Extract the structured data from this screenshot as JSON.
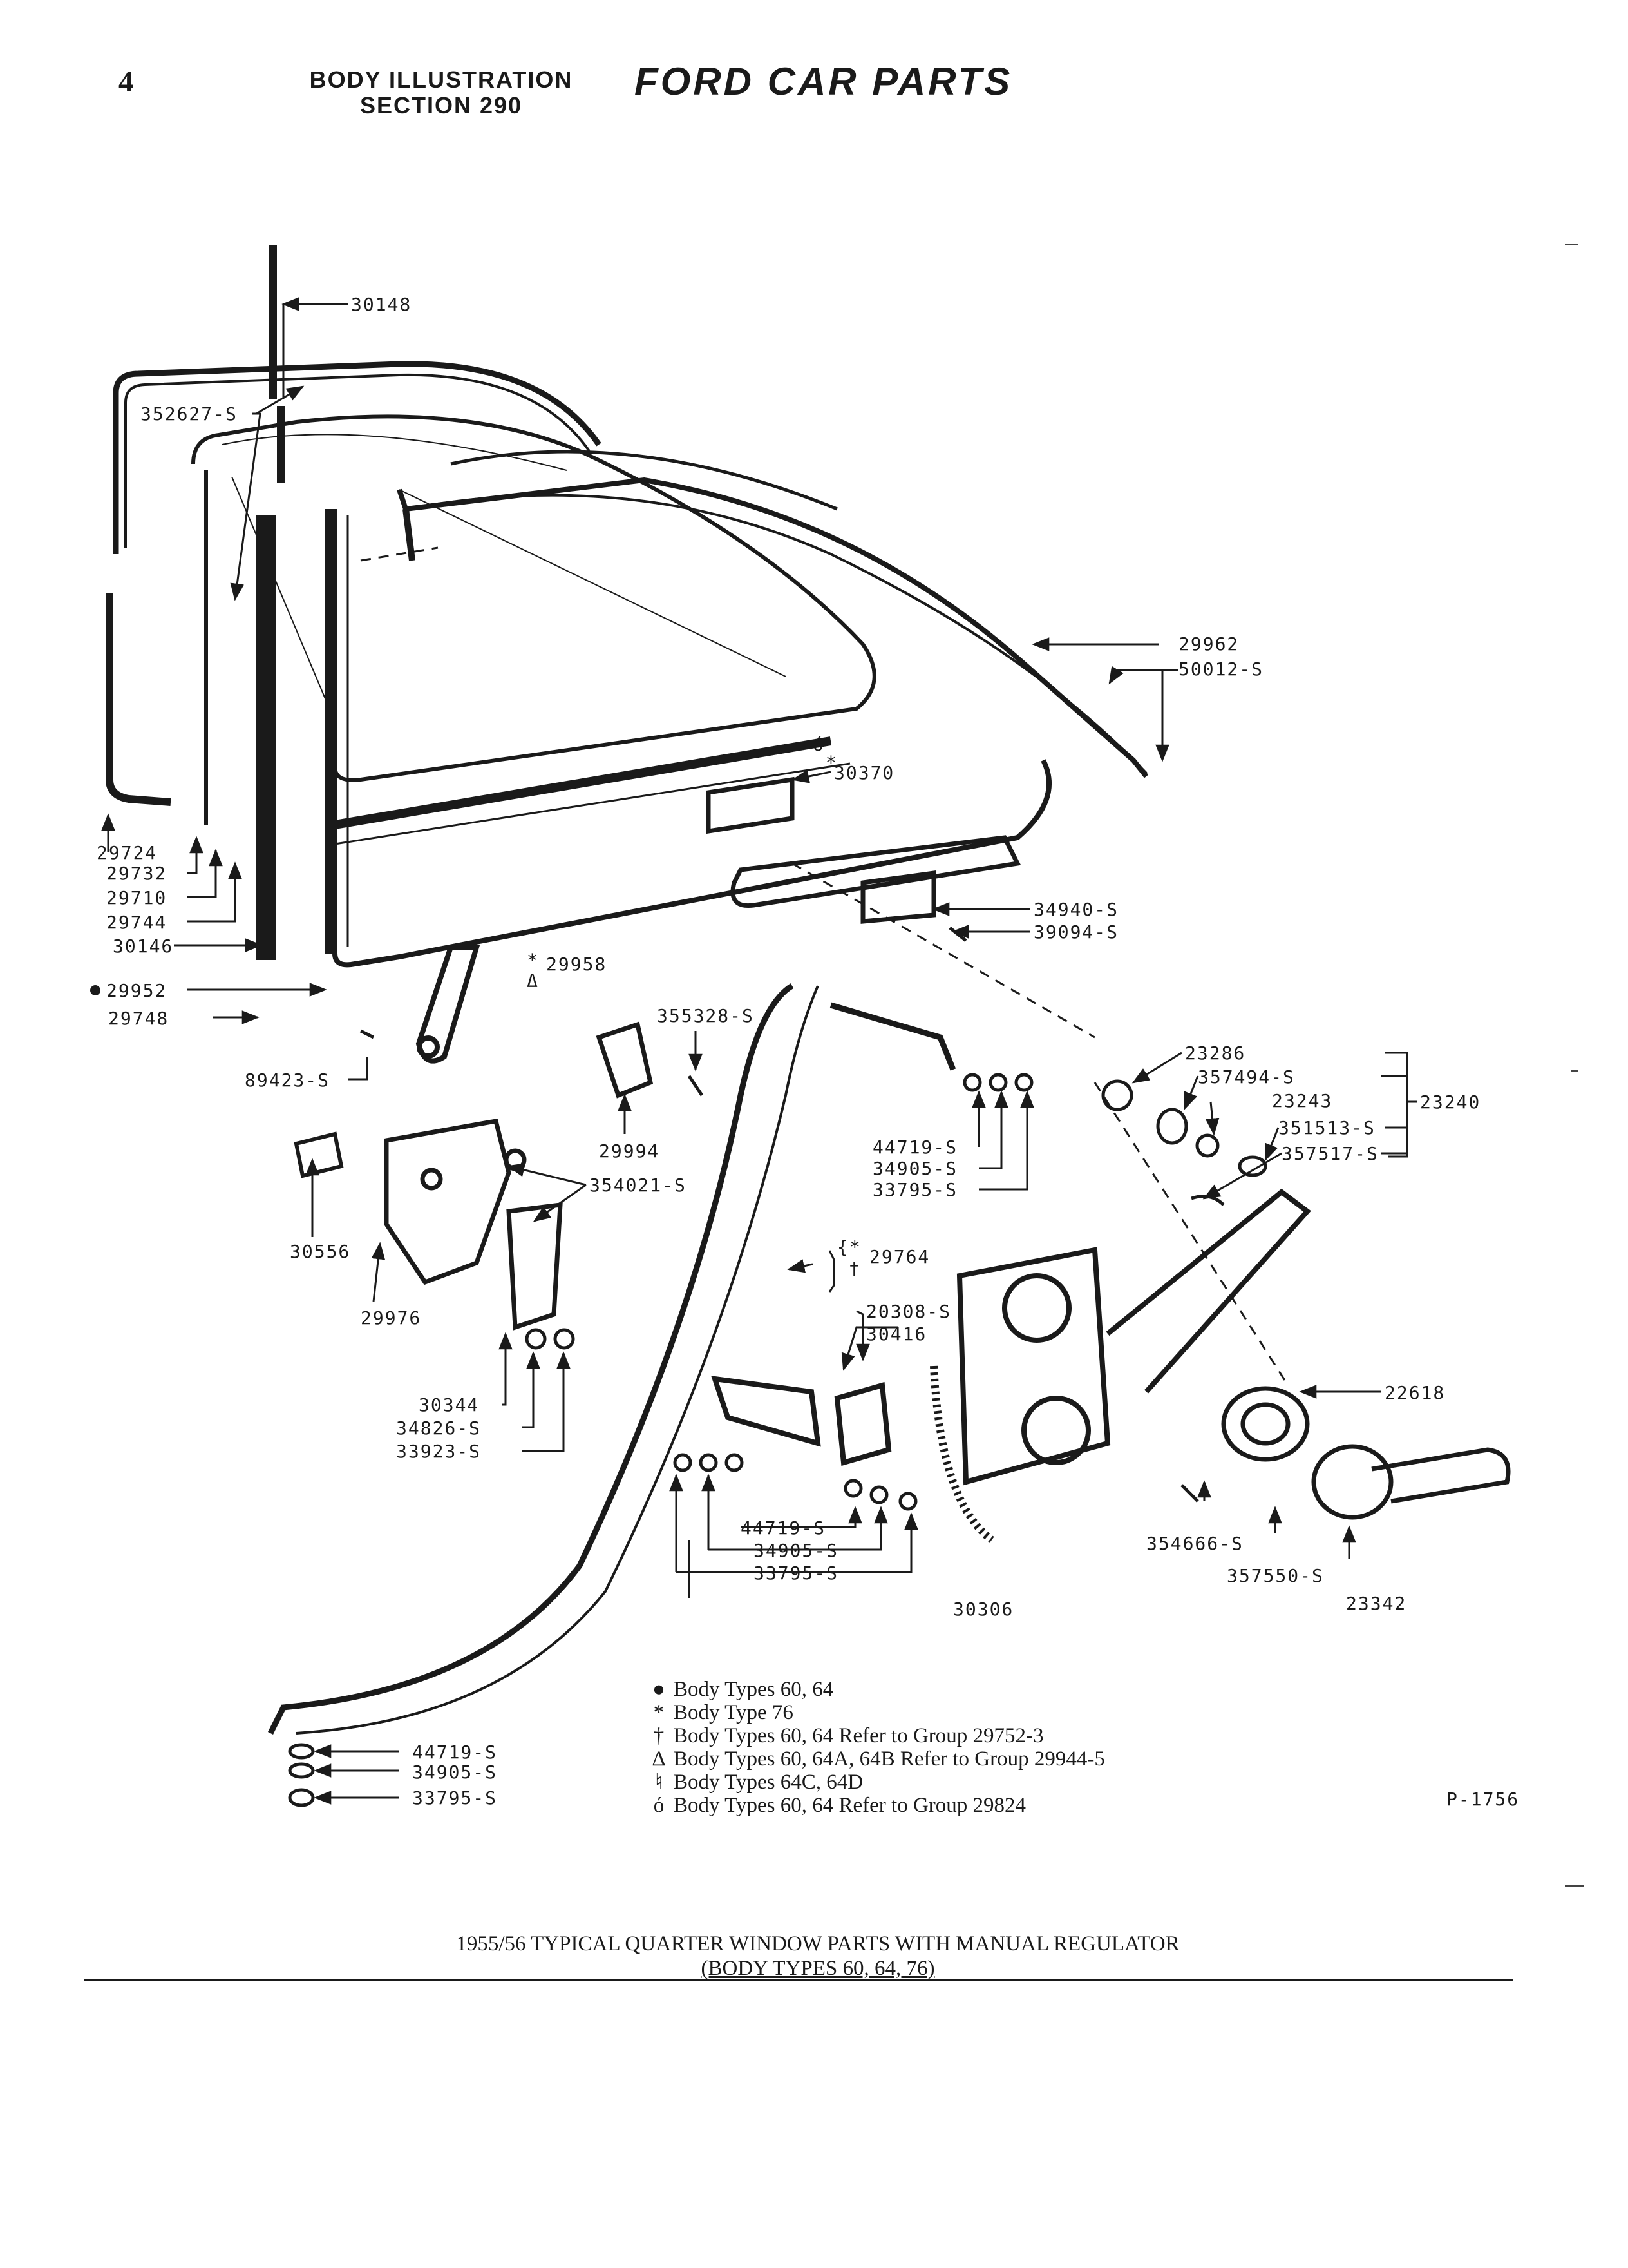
{
  "header": {
    "page_number": "4",
    "section_line1": "BODY ILLUSTRATION",
    "section_line2": "SECTION 290",
    "brand": "FORD CAR PARTS"
  },
  "callouts": {
    "c30148": "30148",
    "c352627": "352627-S",
    "c29962": "29962",
    "c50012": "50012-S",
    "c30370": "30370",
    "c29724": "29724",
    "c29732": "29732",
    "c29710": "29710",
    "c29744": "29744",
    "c30146": "30146",
    "c29952": "29952",
    "c29748": "29748",
    "c89423": "89423-S",
    "c29958": "29958",
    "c34940": "34940-S",
    "c39094": "39094-S",
    "c355328": "355328-S",
    "c29994": "29994",
    "c354021": "354021-S",
    "c30556": "30556",
    "c29976": "29976",
    "c30344": "30344",
    "c34826": "34826-S",
    "c33923": "33923-S",
    "c44719a": "44719-S",
    "c34905a": "34905-S",
    "c33795a": "33795-S",
    "c29764": "29764",
    "c20308": "20308-S",
    "c30416": "30416",
    "c44719b": "44719-S",
    "c34905b": "34905-S",
    "c33795b": "33795-S",
    "c30306": "30306",
    "c23286": "23286",
    "c357494": "357494-S",
    "c23243": "23243",
    "c23240": "23240",
    "c351513": "351513-S",
    "c357517": "357517-S",
    "c22618": "22618",
    "c354666": "354666-S",
    "c357550": "357550-S",
    "c23342": "23342",
    "c44719c": "44719-S",
    "c34905c": "34905-S",
    "c33795c": "33795-S"
  },
  "legend": [
    {
      "symbol": "●",
      "text": "Body Types 60, 64"
    },
    {
      "symbol": "*",
      "text": "Body Type 76"
    },
    {
      "symbol": "†",
      "text": "Body Types 60, 64 Refer to Group 29752-3"
    },
    {
      "symbol": "Δ",
      "text": "Body Types 60, 64A, 64B Refer to Group 29944-5"
    },
    {
      "symbol": "♮",
      "text": "Body Types 64C, 64D"
    },
    {
      "symbol": "ό",
      "text": "Body Types 60, 64 Refer to Group 29824"
    }
  ],
  "plate_number": "P-1756",
  "caption": {
    "line1": "1955/56  TYPICAL QUARTER WINDOW PARTS WITH MANUAL REGULATOR",
    "line2": "(BODY TYPES 60,  64,  76)"
  }
}
